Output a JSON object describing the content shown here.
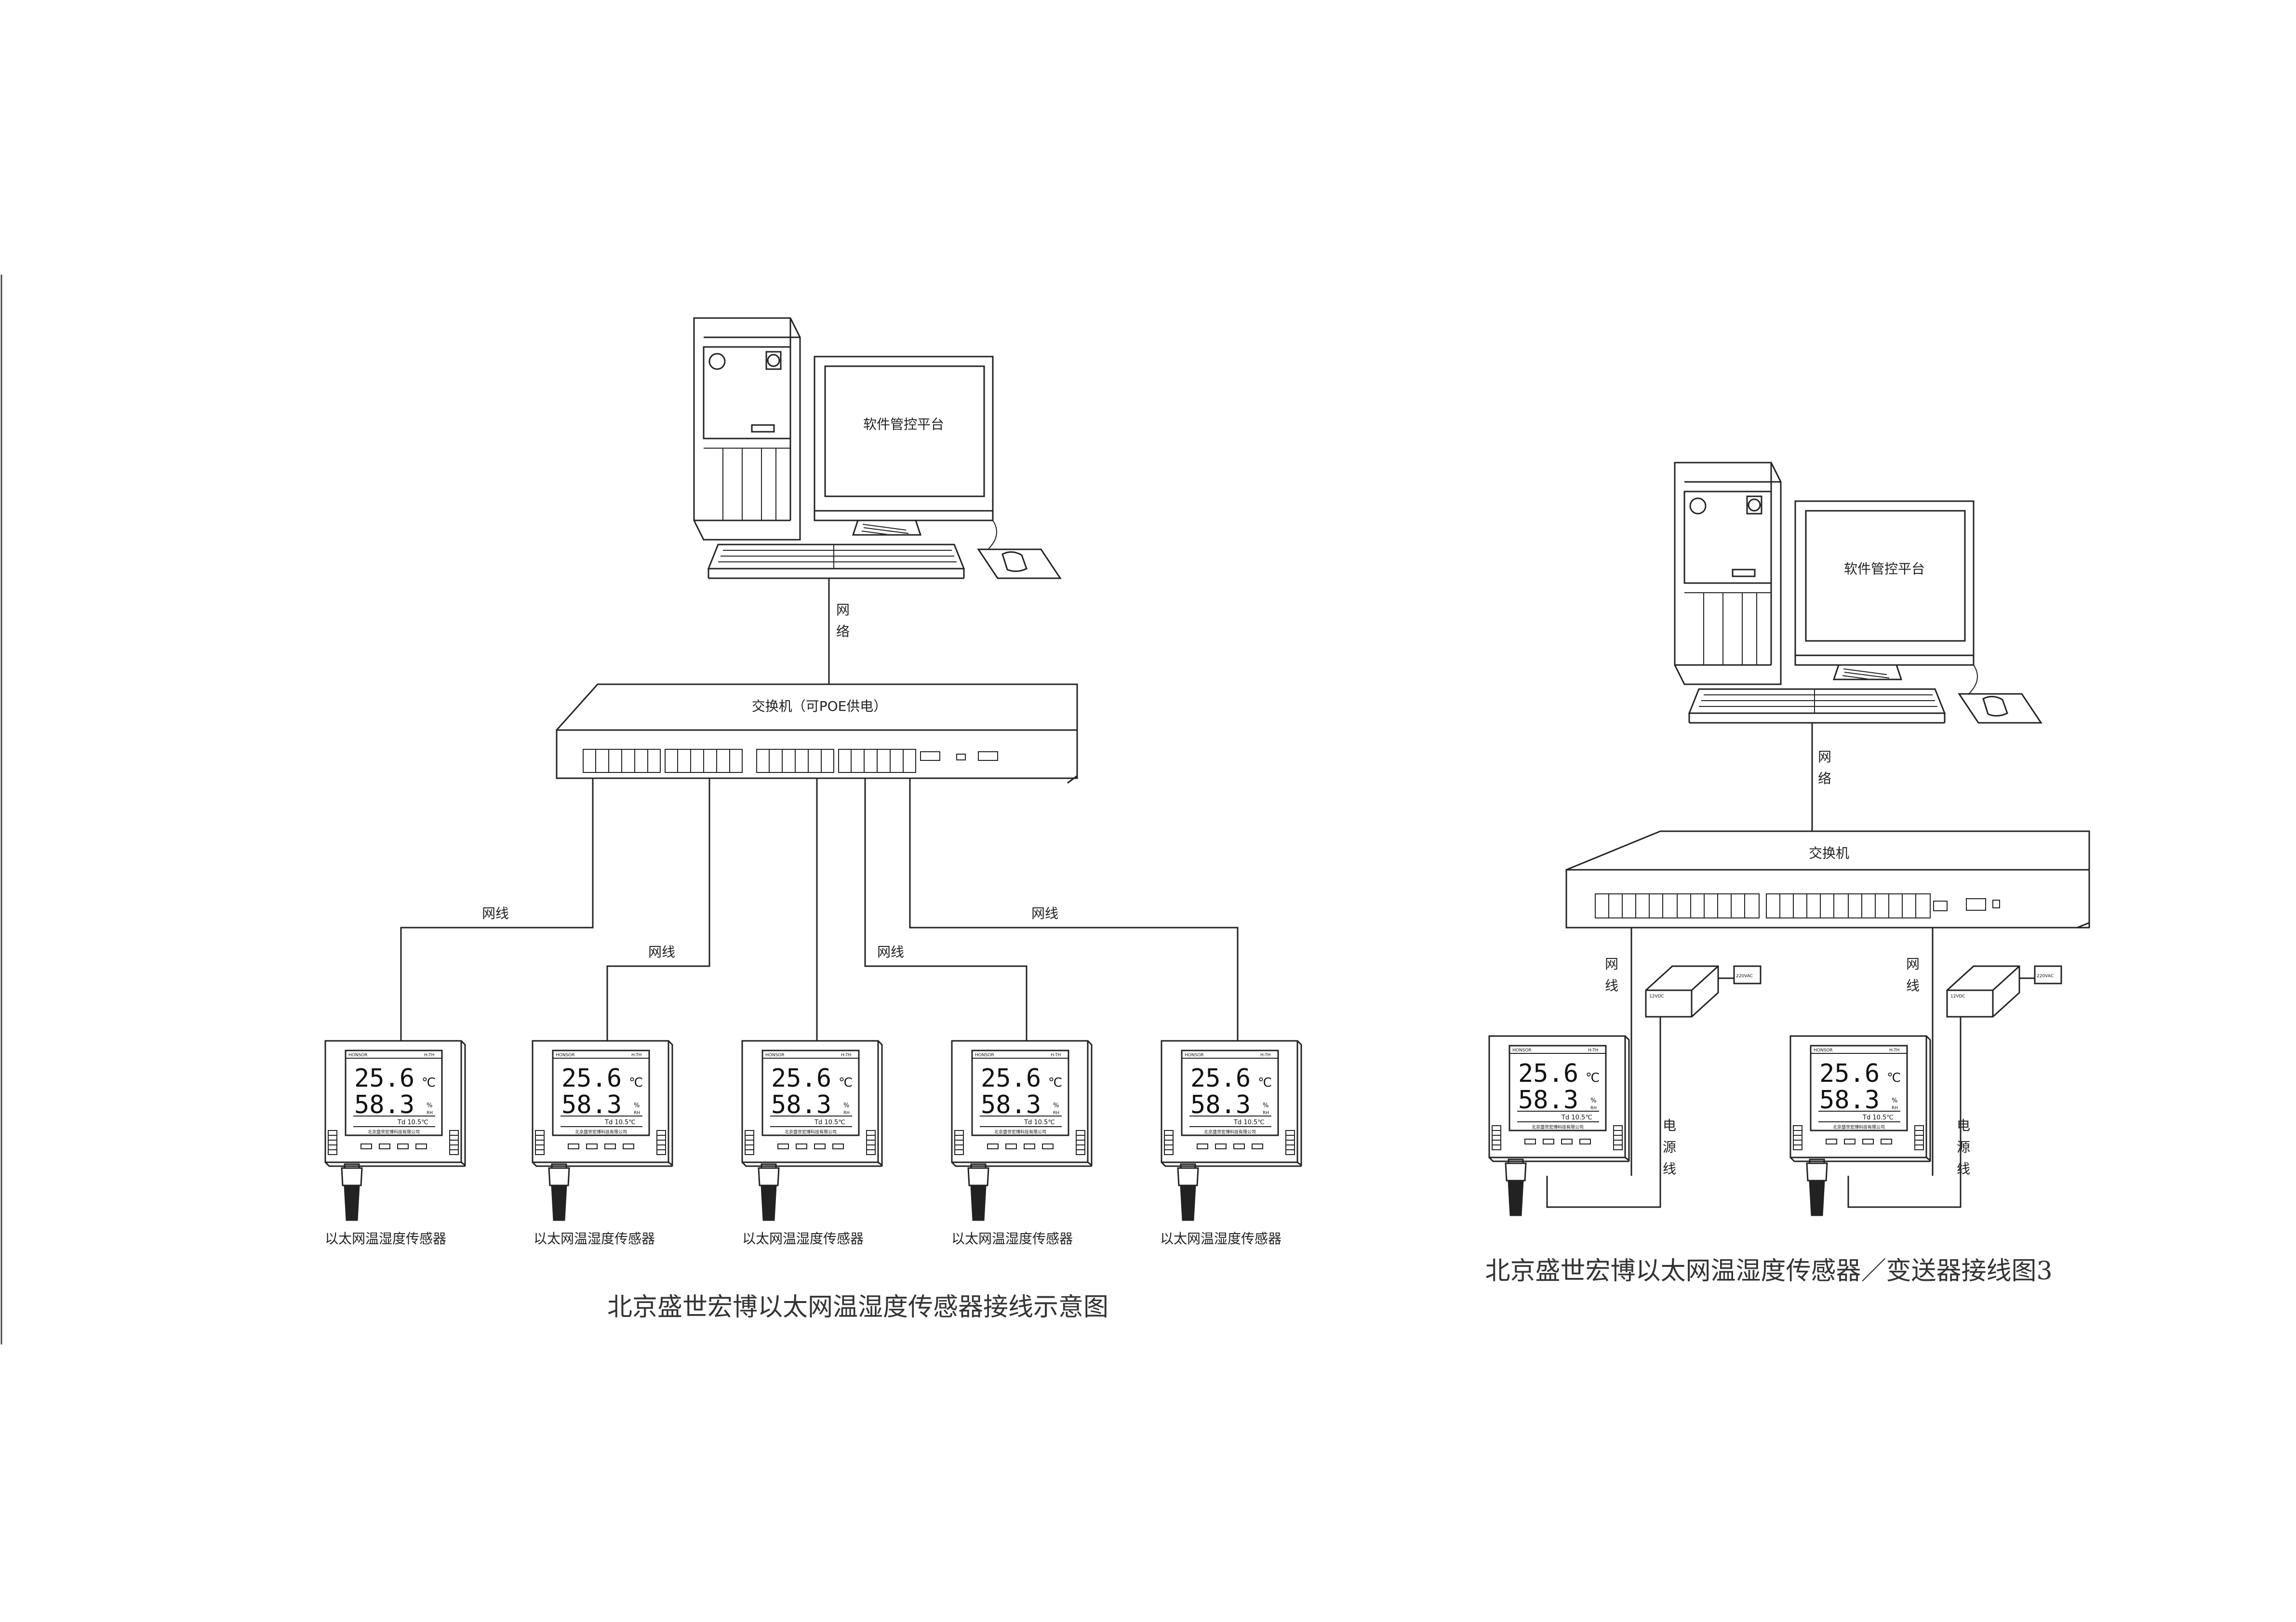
{
  "diagram1": {
    "title": "北京盛世宏博以太网温湿度传感器接线示意图",
    "software_label": "软件管控平台",
    "network_label": [
      "网",
      "络"
    ],
    "switch_label": "交换机（可POE供电）",
    "cable_labels": [
      "网线",
      "网线",
      "网线",
      "网线"
    ],
    "sensor_caption": "以太网温湿度传感器"
  },
  "diagram2": {
    "title": "北京盛世宏博以太网温湿度传感器／变送器接线图3",
    "software_label": "软件管控平台",
    "network_label": [
      "网",
      "络"
    ],
    "switch_label": "交换机",
    "cable_label": [
      "网",
      "线"
    ],
    "power_cable_label": [
      "电",
      "源",
      "线"
    ],
    "adapter_label": "12VDC",
    "mains_label": "220VAC"
  },
  "sensor_display": {
    "brand": "HONSOR",
    "model": "H-TH",
    "temperature": "25.6",
    "temp_unit": "℃",
    "humidity": "58.3",
    "hum_unit": "%",
    "hum_unit2": "RH",
    "dewpoint": "Td 10.5℃",
    "maker": "北京盛世宏博科技有限公司"
  }
}
